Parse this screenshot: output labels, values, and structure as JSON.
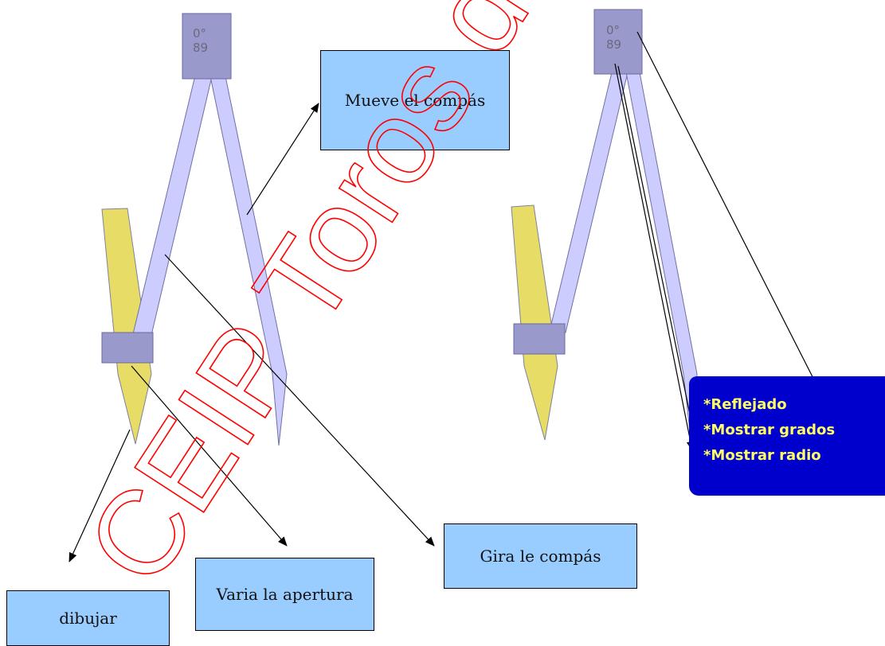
{
  "left_compass": {
    "hinge_angle": "0°",
    "hinge_radius": "89"
  },
  "right_compass": {
    "hinge_angle": "0°",
    "hinge_radius": "89"
  },
  "labels": {
    "move": "Mueve el compás",
    "rotate": "Gira le compás",
    "aperture": "Varia la apertura",
    "draw": "dibujar"
  },
  "context_menu": {
    "items": [
      "*Reflejado",
      "*Mostrar grados",
      "*Mostrar radio"
    ]
  },
  "watermark": "CEIP Toros de",
  "colors": {
    "leg": "#ccccff",
    "hinge": "#9999cc",
    "pencil": "#e6dc66",
    "label_bg": "#99ccff",
    "menu_bg": "#0000cc",
    "menu_text": "#ffff66",
    "watermark": "#ff0000"
  }
}
